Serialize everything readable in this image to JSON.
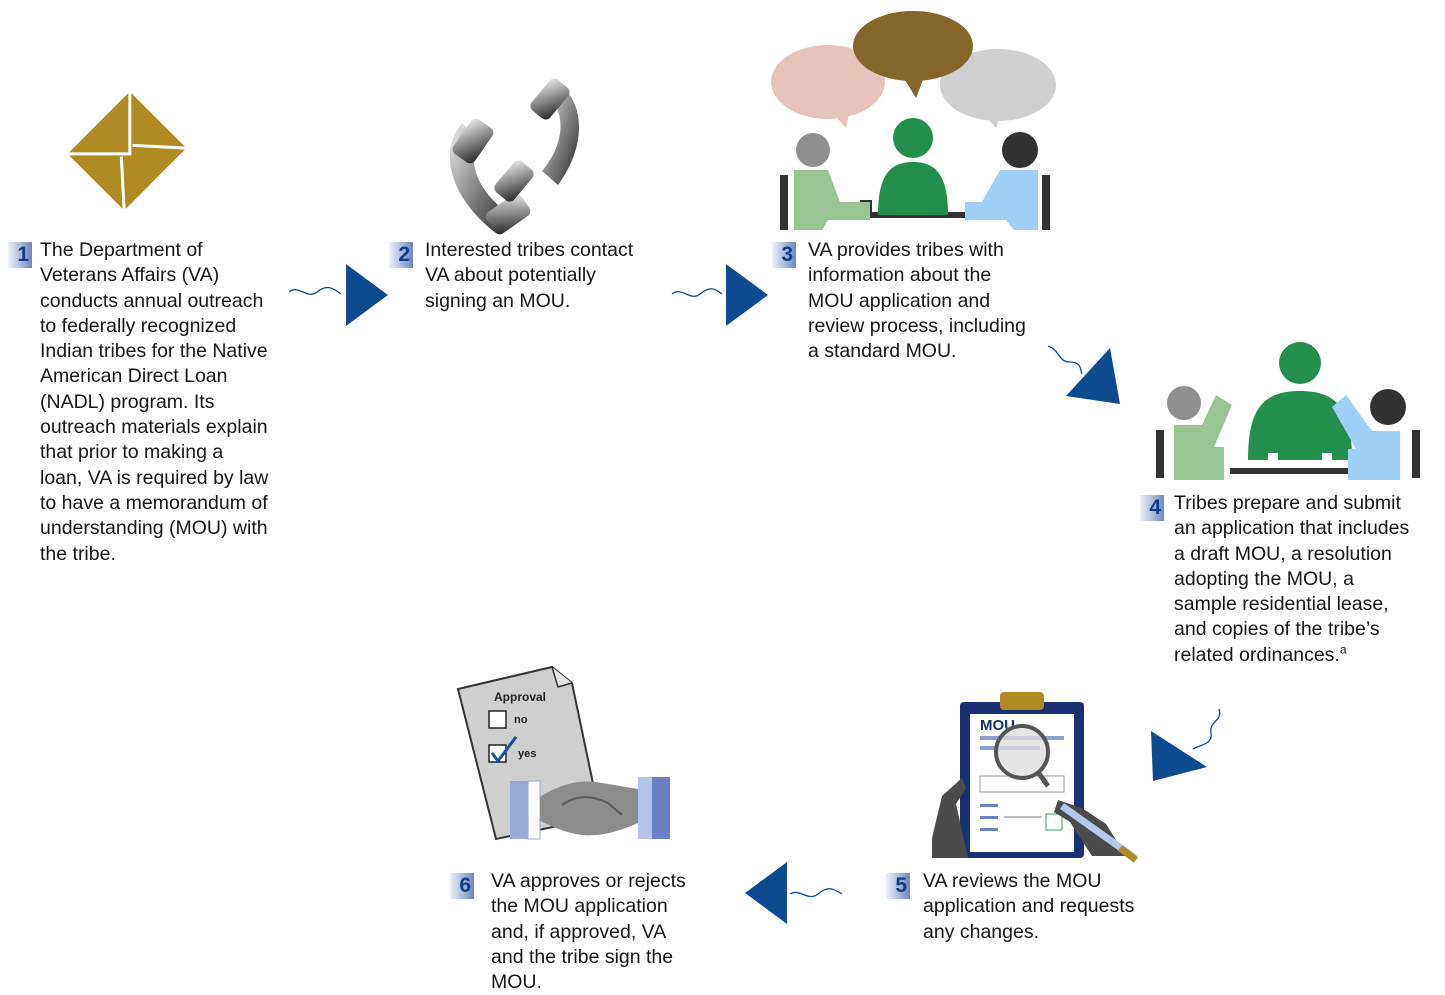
{
  "colors": {
    "arrow": "#0d4a8f",
    "badge_text": "#0f3f8c",
    "envelope": "#b08a23",
    "bubble_pink": "#e6c2ba",
    "bubble_brown": "#86652a",
    "bubble_gray": "#cfcfcf",
    "person_gray": "#8f8f8f",
    "person_green": "#228f4c",
    "person_lightgreen": "#98c494",
    "person_blue": "#9ecff6",
    "person_black": "#323232"
  },
  "steps": [
    {
      "number": "1",
      "icon": "envelope-icon",
      "text": "The Department of\nVeterans Affairs (VA)\nconducts annual outreach\nto federally recognized\nIndian tribes for the Native\nAmerican Direct Loan\n(NADL) program. Its\noutreach materials explain\nthat prior to making a\nloan, VA is required by law\nto have a memorandum of\nunderstanding (MOU) with\nthe tribe."
    },
    {
      "number": "2",
      "icon": "telephone-icon",
      "text": "Interested tribes contact\nVA about potentially\nsigning an MOU."
    },
    {
      "number": "3",
      "icon": "meeting-discussion-icon",
      "text": "VA provides tribes with\ninformation about the\nMOU application and\nreview process, including\na standard MOU."
    },
    {
      "number": "4",
      "icon": "meeting-raised-hands-icon",
      "text": "Tribes prepare and submit\nan application that includes\na draft MOU, a resolution\nadopting the MOU, a\nsample residential lease,\nand copies of the tribe’s\nrelated ordinances.",
      "footnote": "a"
    },
    {
      "number": "5",
      "icon": "clipboard-review-icon",
      "text": "VA reviews the MOU\napplication and requests\nany changes."
    },
    {
      "number": "6",
      "icon": "handshake-approval-icon",
      "text": "VA approves or rejects\nthe MOU application\nand, if approved, VA\nand the tribe sign the\nMOU."
    }
  ],
  "clipboard": {
    "label": "MOU"
  },
  "approval_form": {
    "title": "Approval",
    "option_no": "no",
    "option_yes": "yes"
  }
}
